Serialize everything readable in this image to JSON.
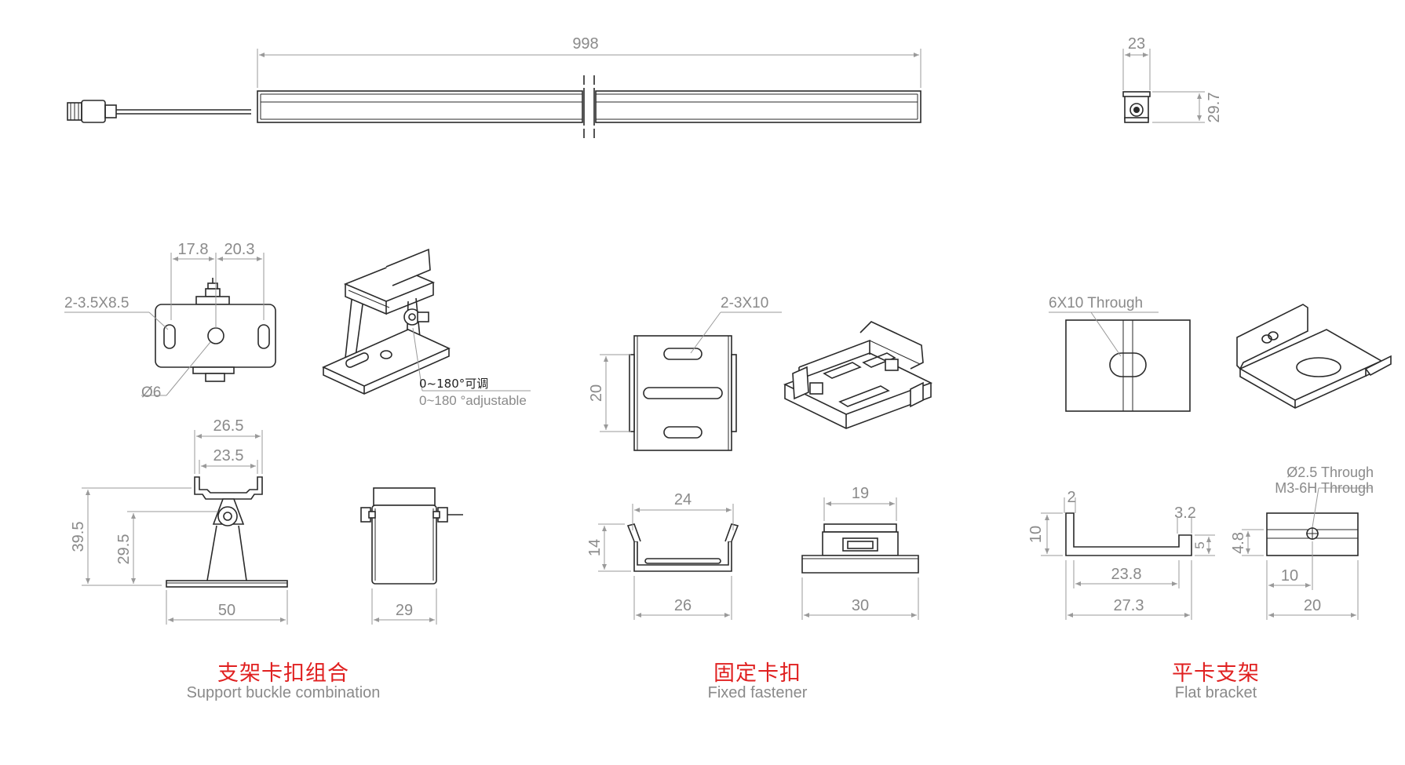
{
  "top_view": {
    "length_dim": "998",
    "width_dim": "23",
    "height_dim": "29.7"
  },
  "support_buckle": {
    "dim_a": "17.8",
    "dim_b": "20.3",
    "slot_note": "2-3.5X8.5",
    "hole_note": "Ø6",
    "angle_note_zh": "0~180°可调",
    "angle_note_en": "0~180 °adjustable",
    "width_outer": "26.5",
    "width_inner": "23.5",
    "height_total": "39.5",
    "height_pivot": "29.5",
    "base_width": "50",
    "side_width": "29",
    "title_zh": "支架卡扣组合",
    "title_en": "Support buckle combination"
  },
  "fixed_fastener": {
    "slot_note": "2-3X10",
    "height": "20",
    "inner_width": "24",
    "outer_width": "26",
    "side_height": "14",
    "top_width": "19",
    "base_width": "30",
    "title_zh": "固定卡扣",
    "title_en": "Fixed fastener"
  },
  "flat_bracket": {
    "hole_note": "6X10 Through",
    "thickness": "2",
    "lip_height": "3.2",
    "wall_height": "10",
    "lip_depth": "5",
    "inner_span": "23.8",
    "outer_span": "27.3",
    "tap_note_1": "Ø2.5 Through",
    "tap_note_2": "M3-6H Through",
    "tap_height": "4.8",
    "tap_offset": "10",
    "side_width": "20",
    "title_zh": "平卡支架",
    "title_en": "Flat bracket"
  }
}
